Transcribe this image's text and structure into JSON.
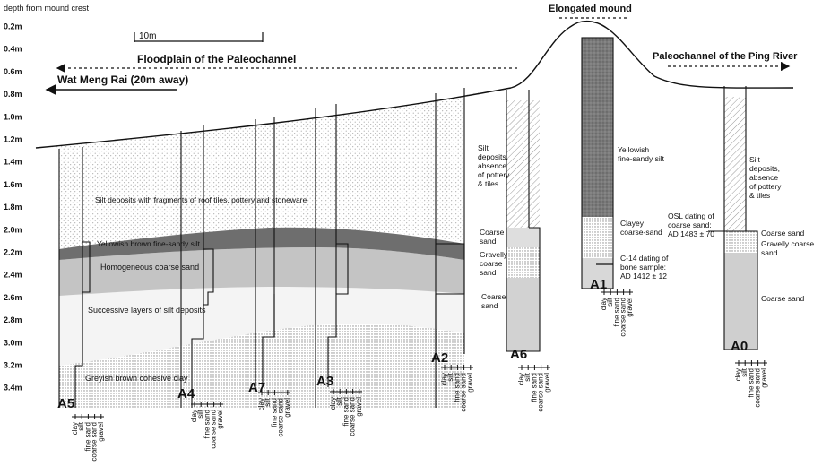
{
  "axis": {
    "title": "depth from mound crest",
    "ticks": [
      "0.2m",
      "0.4m",
      "0.6m",
      "0.8m",
      "1.0m",
      "1.2m",
      "1.4m",
      "1.6m",
      "1.8m",
      "2.0m",
      "2.2m",
      "2.4m",
      "2.6m",
      "2.8m",
      "3.0m",
      "3.2m",
      "3.4m"
    ]
  },
  "scale_bar": "10m",
  "labels": {
    "elongated_mound": "Elongated mound",
    "floodplain": "Floodplain of the Paleochannel",
    "paleochannel_ping": "Paleochannel of the Ping River",
    "wat_meng_rai": "Wat Meng Rai (20m away)"
  },
  "layers": {
    "silt_fragments": "Silt deposits with fragments of roof tiles, pottery and stoneware",
    "yellowish_brown": "Yellowish brown fine-sandy silt",
    "homogeneous_sand": "Homogeneous coarse sand",
    "successive_silt": "Successive layers of silt deposits",
    "greyish_clay": "Greyish brown cohesive clay"
  },
  "a6_labels": {
    "silt": [
      "Silt",
      "deposits,",
      "absence",
      "of pottery",
      "& tiles"
    ],
    "coarse1": [
      "Coarse",
      "sand"
    ],
    "gravelly": [
      "Gravelly",
      "coarse",
      "sand"
    ],
    "coarse2": [
      "Coarse",
      "sand"
    ]
  },
  "a1_labels": {
    "yellowish": [
      "Yellowish",
      "fine-sandy silt"
    ],
    "clayey": [
      "Clayey",
      "coarse-sand"
    ],
    "c14": [
      "C-14 dating of",
      "bone sample:",
      "AD 1412 ± 12"
    ]
  },
  "a0_labels": {
    "silt": [
      "Silt",
      "deposits,",
      "absence",
      "of pottery",
      "& tiles"
    ],
    "osl": [
      "OSL dating of",
      "coarse sand:",
      "AD 1483 ± 70"
    ],
    "coarse1": "Coarse sand",
    "gravelly": [
      "Gravelly coarse",
      "sand"
    ],
    "coarse2": "Coarse sand"
  },
  "profiles": [
    "A5",
    "A4",
    "A7",
    "A3",
    "A2",
    "A6",
    "A1",
    "A0"
  ],
  "grain_scale": [
    "clay",
    "silt",
    "fine sand",
    "coarse sand",
    "gravel"
  ]
}
